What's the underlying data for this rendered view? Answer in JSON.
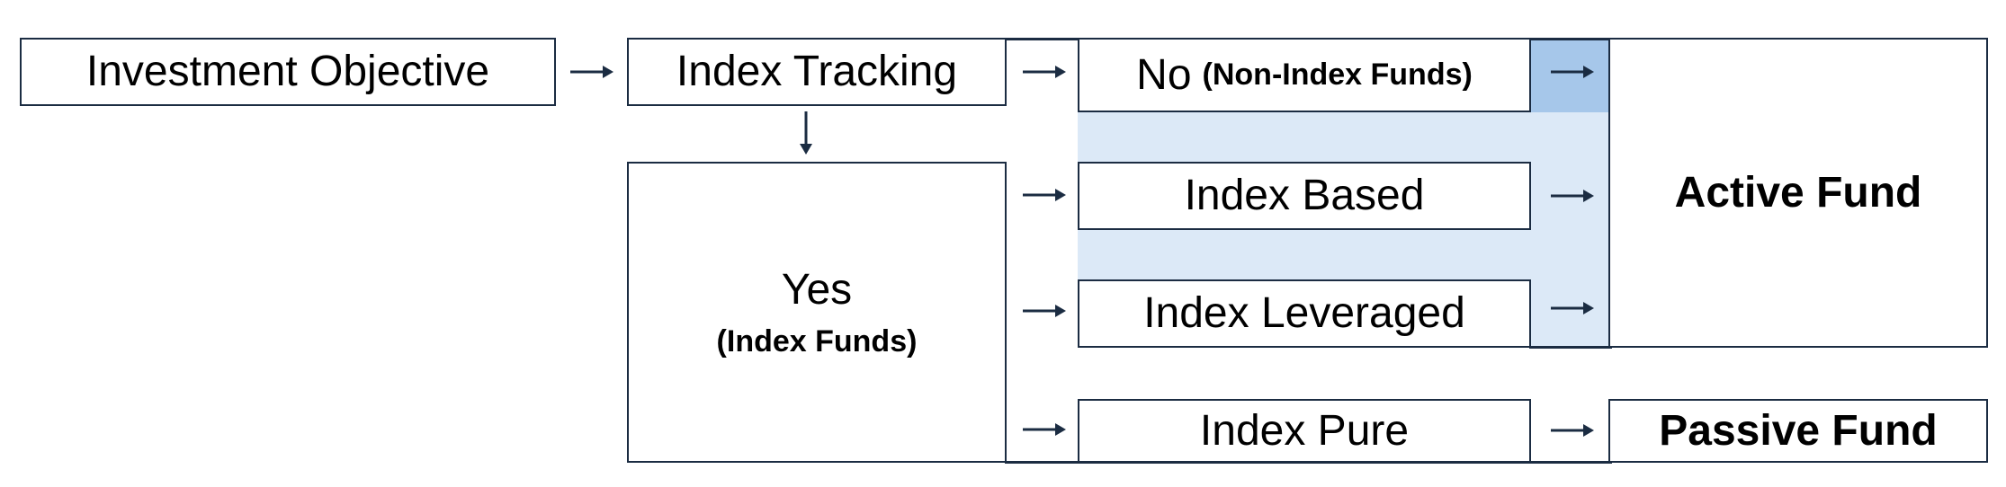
{
  "nodes": {
    "investment_objective": "Investment Objective",
    "index_tracking": "Index Tracking",
    "no_main": "No",
    "no_sub": "(Non-Index Funds)",
    "yes_main": "Yes",
    "yes_sub": "(Index Funds)",
    "index_based": "Index Based",
    "index_leveraged": "Index Leveraged",
    "index_pure": "Index Pure",
    "active_fund": "Active Fund",
    "passive_fund": "Passive Fund"
  },
  "colors": {
    "border": "#1b2c42",
    "highlight_light": "#dce9f7",
    "highlight_dark": "#a6c7ea",
    "arrow": "#1b2c42"
  }
}
